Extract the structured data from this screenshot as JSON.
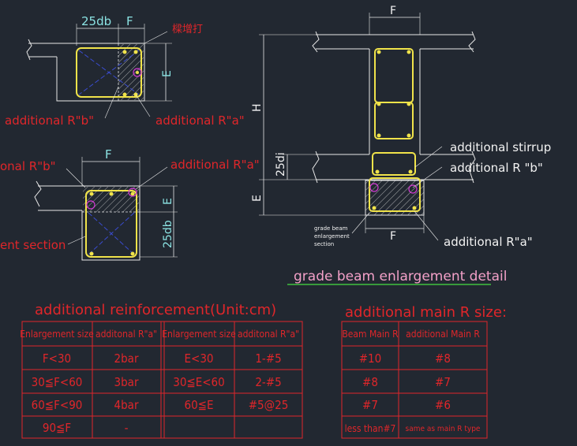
{
  "drawing": {
    "main_title": "grade beam enlargement detail",
    "left_top": {
      "dim_25db": "25db",
      "dim_F": "F",
      "dim_E": "E",
      "chinese_note": "樑增打",
      "label_b": "additional R\"b\"",
      "label_a": "additional R\"a\""
    },
    "left_bottom": {
      "dim_F": "F",
      "dim_E": "E",
      "dim_25db": "25db",
      "label_b": "onal R\"b\"",
      "label_a": "additional R\"a\"",
      "label_section": "ent section"
    },
    "right": {
      "dim_F_top": "F",
      "dim_F_bottom": "F",
      "dim_H": "H",
      "dim_E": "E",
      "dim_25di": "25di",
      "label_stirrup": "additional stirrup",
      "label_b": "additional R \"b\"",
      "label_a": "additional R\"a\"",
      "small_note_1": "grade beam",
      "small_note_2": "enlargement",
      "small_note_3": "section"
    }
  },
  "table_reinforcement": {
    "title": "additional reinforcement(Unit:cm)",
    "headers": [
      "Enlargement size",
      "additonal R\"a\"",
      "Enlargement size",
      "additonal R\"a\""
    ],
    "rows": [
      [
        "F<30",
        "2bar",
        "E<30",
        "1-#5"
      ],
      [
        "30≦F<60",
        "3bar",
        "30≦E<60",
        "2-#5"
      ],
      [
        "60≦F<90",
        "4bar",
        "60≦E",
        "#5@25"
      ],
      [
        "90≦F",
        "-",
        "",
        ""
      ]
    ]
  },
  "table_main": {
    "title": "additional main R size:",
    "headers": [
      "Beam Main R",
      "additional Main R"
    ],
    "rows": [
      [
        "#10",
        "#8"
      ],
      [
        "#8",
        "#7"
      ],
      [
        "#7",
        "#6"
      ],
      [
        "less than#7",
        "same as main R type"
      ]
    ]
  }
}
